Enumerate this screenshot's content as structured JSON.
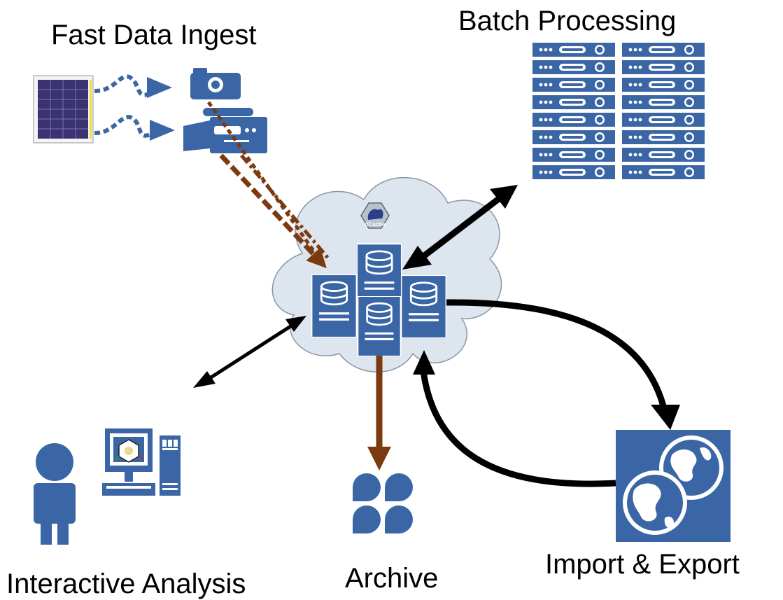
{
  "labels": {
    "fast_data_ingest": "Fast Data Ingest",
    "batch_processing": "Batch Processing",
    "interactive_analysis": "Interactive Analysis",
    "archive": "Archive",
    "import_export": "Import & Export"
  },
  "logo": {
    "text": "dCache"
  },
  "colors": {
    "icon_blue": "#3a66a6",
    "cloud_fill": "#dde5ef",
    "brown_arrow": "#7b3a10",
    "black_arrow": "#000000"
  },
  "icons": [
    "detector-image-icon",
    "camera-icon",
    "video-camera-icon",
    "server-rack-icon",
    "database-icon",
    "user-icon",
    "workstation-icon",
    "tape-archive-icon",
    "globe-icon",
    "dcache-logo-icon"
  ]
}
